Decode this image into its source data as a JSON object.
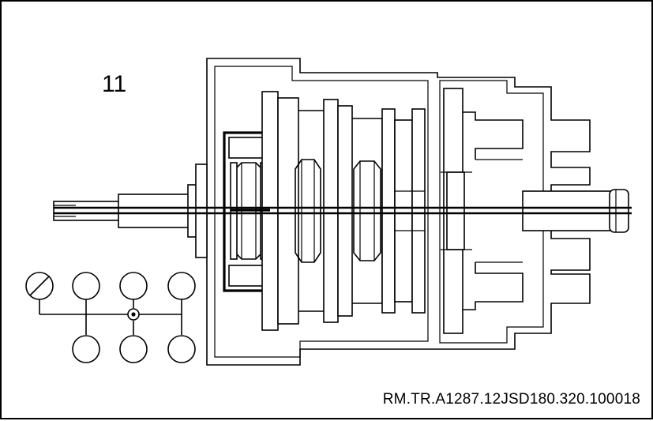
{
  "figure": {
    "number": "11",
    "reference_code": "RM.TR.A1287.12JSD180.320.100018"
  },
  "shift_pattern": {
    "positions": 7,
    "highlighted_position": "top-left (crossed)"
  },
  "highlighted_component": "first/second synchronizer assembly (boxed)"
}
